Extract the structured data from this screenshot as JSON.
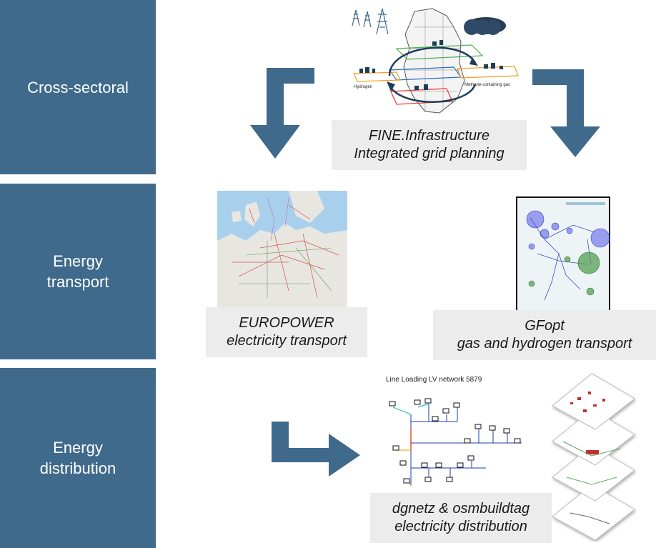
{
  "rows": {
    "cross_sectoral": "Cross-sectoral",
    "energy_transport": "Energy\ntransport",
    "energy_distribution": "Energy\ndistribution"
  },
  "captions": {
    "fine_title": "FINE.Infrastructure",
    "fine_sub": "Integrated grid planning",
    "europower_title": "EUROPOWER",
    "europower_sub": "electricity transport",
    "gfopt_title": "GFopt",
    "gfopt_sub": "gas and hydrogen transport",
    "dgnetz_title": "dgnetz & osmbuildtag",
    "dgnetz_sub": "electricity distribution"
  },
  "fine_map": {
    "hydrogen_label": "Hydrogen",
    "methane_label": "Methane-containing gas"
  },
  "lv_plot": {
    "title": "Line Loading LV network 5879"
  },
  "colors": {
    "side_box": "#3f6a8c",
    "arrow": "#3f6a8c",
    "caption_bg": "#ececec"
  }
}
